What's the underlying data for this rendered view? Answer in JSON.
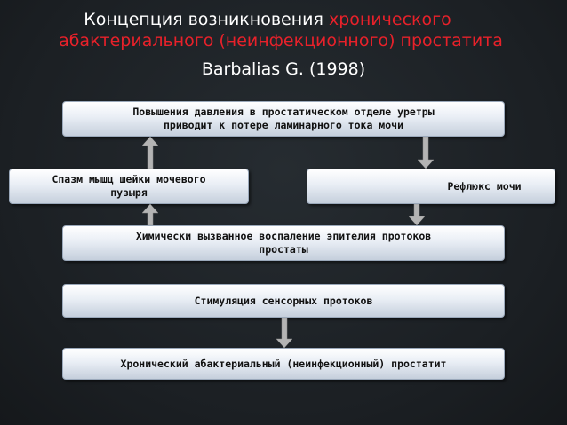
{
  "title": {
    "line1_plain": "Концепция возникновения ",
    "line1_accent": "хронического",
    "line2_accent": "абактериального (неинфекционного) простатита",
    "line3": "Barbalias G. (1998)"
  },
  "boxes": {
    "pressure": {
      "line1": "Повышения давления в простатическом отделе уретры",
      "line2": "приводит к  потере ламинарного тока мочи"
    },
    "spasm": {
      "line1": "Спазм мышц шейки мочевого",
      "line2": "пузыря"
    },
    "reflux": "Рефлюкс мочи",
    "inflammation": {
      "line1": "Химически вызванное воспаление эпителия протоков",
      "line2": "простаты"
    },
    "stimulation": "Стимуляция сенсорных протоков",
    "chronic": "Хронический абактериальный (неинфекционный) простатит"
  },
  "colors": {
    "background": "#1c2126",
    "accent": "#e8212a",
    "arrow": "#b4b4b4"
  }
}
